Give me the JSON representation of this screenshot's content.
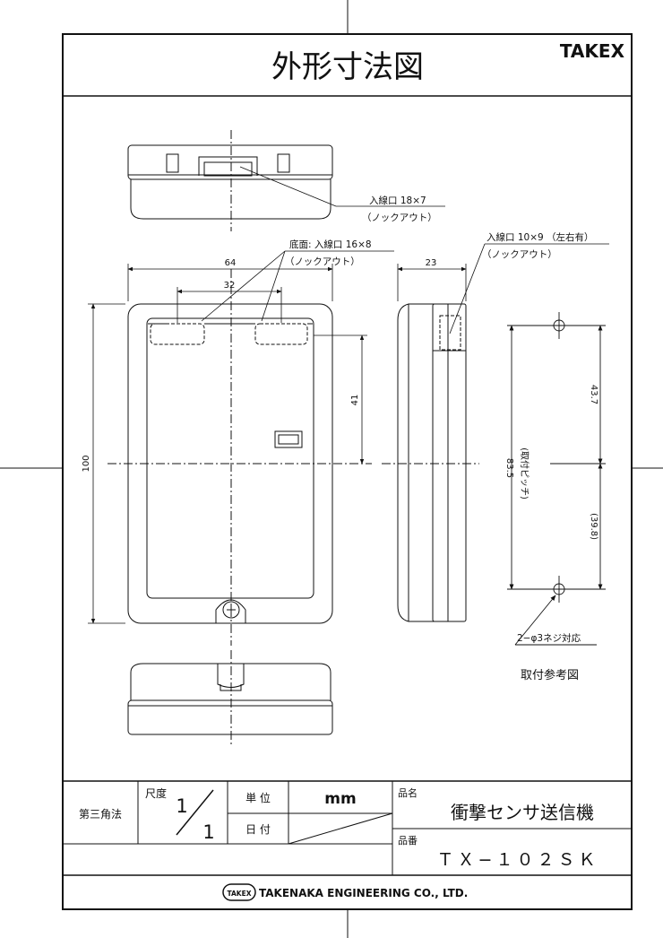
{
  "header": {
    "title": "外形寸法図",
    "brand": "TAKEX"
  },
  "annotations": {
    "top_inlet": "入線口 18×7",
    "top_inlet_knockout": "（ノックアウト）",
    "bottom_inlet": "底面: 入線口 16×8",
    "bottom_inlet_knockout": "（ノックアウト）",
    "side_inlet": "入線口 10×9 （左右有）",
    "side_inlet_knockout": "（ノックアウト）",
    "screw_note": "2−φ3ネジ対応",
    "mount_reference": "取付参考図"
  },
  "dimensions": {
    "width": "64",
    "inner_width": "32",
    "depth": "23",
    "height": "100",
    "to_center": "41",
    "pitch": "83.5",
    "pitch_label": "(取付ピッチ)",
    "upper": "43.7",
    "lower": "(39.8)"
  },
  "title_block": {
    "projection": "第三角法",
    "scale_label": "尺度",
    "scale_num": "1",
    "scale_den": "1",
    "unit_label": "単 位",
    "unit_value": "mm",
    "date_label": "日 付",
    "name_label": "品名",
    "name_value": "衝撃センサ送信機",
    "code_label": "品番",
    "code_value": "ＴＸ−１０２ＳＫ",
    "company_logo": "TAKEX",
    "company": "TAKENAKA ENGINEERING CO., LTD."
  }
}
